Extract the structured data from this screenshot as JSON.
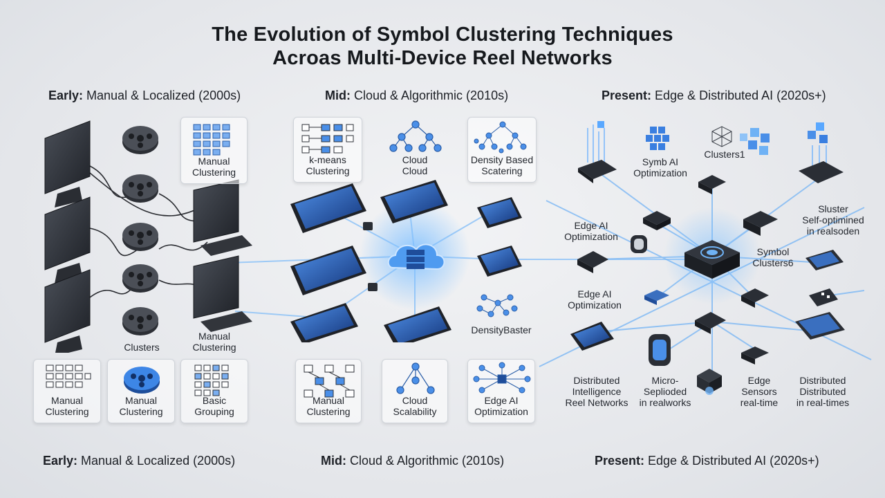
{
  "title": {
    "line1": "The Evolution of Symbol Clustering Techniques",
    "line2": "Acroas Multi-Device Reel Networks"
  },
  "eras_top": [
    {
      "bold": "Early:",
      "rest": " Manual & Localized (2000s)"
    },
    {
      "bold": "Mid:",
      "rest": " Cloud & Algorithmic (2010s)"
    },
    {
      "bold": "Present:",
      "rest": " Edge & Distributed AI (2020s+)"
    }
  ],
  "eras_bottom": [
    {
      "bold": "Early:",
      "rest": " Manual & Localized (2000s)"
    },
    {
      "bold": "Mid:",
      "rest": " Cloud & Algorithmic (2010s)"
    },
    {
      "bold": "Present:",
      "rest": " Edge & Distributed AI (2020s+)"
    }
  ],
  "early": {
    "card_top": {
      "l1": "Manual",
      "l2": "Clustering"
    },
    "label_clusters": "Clusters",
    "label_manual": {
      "l1": "Manual",
      "l2": "Clustering"
    },
    "bottom_cards": [
      {
        "l1": "Manual",
        "l2": "Clustering"
      },
      {
        "l1": "Manual",
        "l2": "Clustering"
      },
      {
        "l1": "Basic",
        "l2": "Grouping"
      }
    ]
  },
  "mid": {
    "top_cards": [
      {
        "l1": "k-means",
        "l2": "Clustering"
      },
      {
        "l1": "Cloud",
        "l2": "Cloud"
      },
      {
        "l1": "Density Based",
        "l2": "Scatering"
      }
    ],
    "label_densitybaster": "DensityBaster",
    "bottom_cards": [
      {
        "l1": "Manual",
        "l2": "Clustering"
      },
      {
        "l1": "Cloud",
        "l2": "Scalability"
      },
      {
        "l1": "Edge AI",
        "l2": "Optimization"
      }
    ]
  },
  "present": {
    "labels": {
      "symb_ai": {
        "l1": "Symb AI",
        "l2": "Optimization"
      },
      "clusters1": "Clusters1",
      "sluster": {
        "l1": "Sluster",
        "l2": "Self-optimined",
        "l3": "in realsoden"
      },
      "edge_ai_1": {
        "l1": "Edge AI",
        "l2": "Optimization"
      },
      "symbol_clusters": {
        "l1": "Symbol",
        "l2": "Clusters6"
      },
      "edge_ai_2": {
        "l1": "Edge AI",
        "l2": "Optimization"
      },
      "distributed_intel": {
        "l1": "Distributed",
        "l2": "Intelligence",
        "l3": "Reel Networks"
      },
      "micro": {
        "l1": "Micro-",
        "l2": "Seplioded",
        "l3": "in realworks"
      },
      "edge_sensors": {
        "l1": "Edge",
        "l2": "Sensors",
        "l3": "real-time"
      },
      "distributed_rt": {
        "l1": "Distributed",
        "l2": "Distributed",
        "l3": "in real-times"
      }
    }
  },
  "colors": {
    "accent_blue": "#2f7de0",
    "glow_blue": "#5aa8ff",
    "device_dark": "#2a2e35",
    "line_blue": "#6fb2f5"
  }
}
